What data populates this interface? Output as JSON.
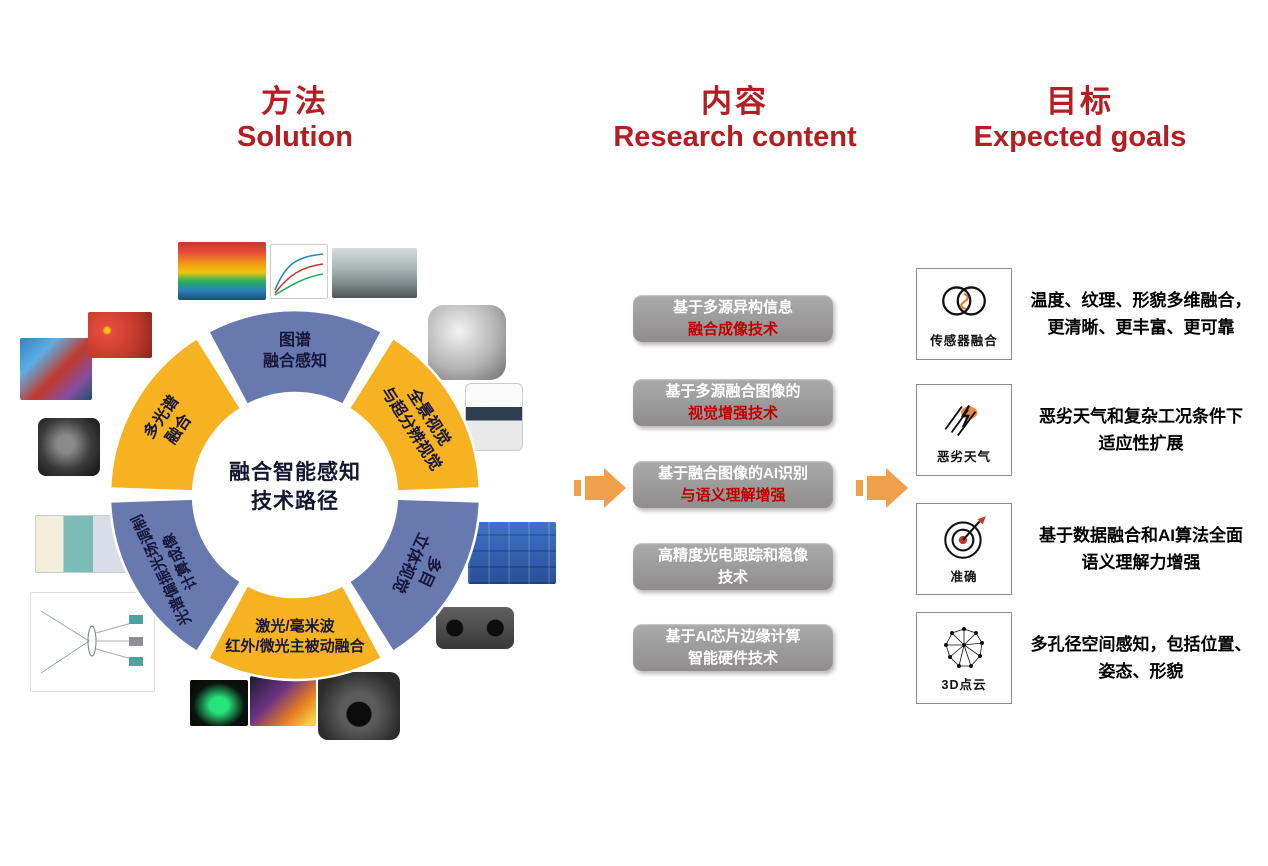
{
  "colors": {
    "accent_red": "#b51d22",
    "segment_blue": "#6879b0",
    "segment_yellow": "#f6b221",
    "box_gray": "#9a9a9a",
    "highlight_red": "#c00000",
    "arrow_orange": "#f0a04b"
  },
  "headers": [
    {
      "zh": "方法",
      "en": "Solution"
    },
    {
      "zh": "内容",
      "en": "Research content"
    },
    {
      "zh": "目标",
      "en": "Expected goals"
    }
  ],
  "donut": {
    "center_line1": "融合智能感知",
    "center_line2": "技术路径",
    "segments": [
      {
        "line1": "图谱",
        "line2": "融合感知"
      },
      {
        "line1": "全景视觉",
        "line2": "与超分辨视觉"
      },
      {
        "line1": "多目",
        "line2": "立体视觉"
      },
      {
        "line1": "激光/毫米波",
        "line2": "红外/微光主被动融合"
      },
      {
        "line1": "光谱偏振光场调制",
        "line2": "计算成像"
      },
      {
        "line1": "多光谱",
        "line2": "融合"
      }
    ]
  },
  "research": {
    "boxes": [
      {
        "line1": "基于多源异构信息",
        "line2": "融合成像技术"
      },
      {
        "line1": "基于多源融合图像的",
        "line2": "视觉增强技术"
      },
      {
        "line1": "基于融合图像的AI识别",
        "line2": "与语义理解增强"
      },
      {
        "line1": "高精度光电跟踪和稳像",
        "line2": "技术"
      },
      {
        "line1": "基于AI芯片边缘计算",
        "line2": "智能硬件技术"
      }
    ]
  },
  "goals": {
    "items": [
      {
        "icon": "sensor-fusion-icon",
        "label": "传感器融合",
        "desc1": "温度、纹理、形貌多维融合，",
        "desc2": "更清晰、更丰富、更可靠"
      },
      {
        "icon": "bad-weather-icon",
        "label": "恶劣天气",
        "desc1": "恶劣天气和复杂工况条件下",
        "desc2": "适应性扩展"
      },
      {
        "icon": "target-icon",
        "label": "准确",
        "desc1": "基于数据融合和AI算法全面",
        "desc2": "语义理解力增强"
      },
      {
        "icon": "point-cloud-icon",
        "label": "3D点云",
        "desc1": "多孔径空间感知，包括位置、",
        "desc2": "姿态、形貌"
      }
    ]
  }
}
